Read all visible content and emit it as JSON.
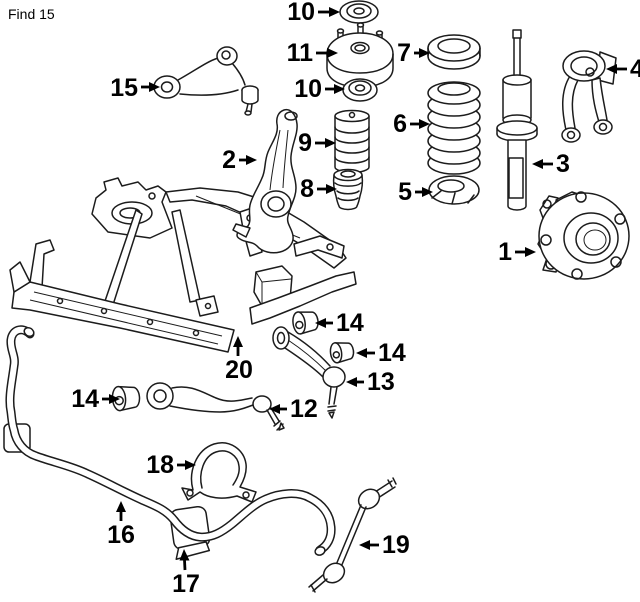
{
  "header": {
    "find_label": "Find 15"
  },
  "diagram": {
    "type": "exploded-parts-diagram",
    "subject": "Front suspension",
    "colors": {
      "background": "#ffffff",
      "line_art": "#1c1c1c",
      "label_text": "#000000"
    },
    "callouts": [
      {
        "num": "10",
        "part": "strut-mount-cap"
      },
      {
        "num": "11",
        "part": "strut-mount"
      },
      {
        "num": "10",
        "part": "strut-mount-bearing"
      },
      {
        "num": "7",
        "part": "upper-spring-pad"
      },
      {
        "num": "9",
        "part": "dust-boot"
      },
      {
        "num": "8",
        "part": "bump-stop"
      },
      {
        "num": "6",
        "part": "coil-spring"
      },
      {
        "num": "5",
        "part": "lower-spring-pad"
      },
      {
        "num": "15",
        "part": "upper-control-arm-front"
      },
      {
        "num": "2",
        "part": "steering-knuckle"
      },
      {
        "num": "3",
        "part": "strut"
      },
      {
        "num": "4",
        "part": "upper-control-arm"
      },
      {
        "num": "1",
        "part": "wheel-hub"
      },
      {
        "num": "20",
        "part": "subframe-crossmember"
      },
      {
        "num": "14",
        "part": "control-arm-bushing"
      },
      {
        "num": "14",
        "part": "control-arm-bushing"
      },
      {
        "num": "13",
        "part": "lower-control-arm-rear"
      },
      {
        "num": "14",
        "part": "control-arm-bushing"
      },
      {
        "num": "12",
        "part": "lower-control-arm-front"
      },
      {
        "num": "18",
        "part": "stabilizer-bar-bracket"
      },
      {
        "num": "16",
        "part": "stabilizer-bar"
      },
      {
        "num": "17",
        "part": "stabilizer-bar-bushing"
      },
      {
        "num": "19",
        "part": "stabilizer-link"
      }
    ]
  }
}
